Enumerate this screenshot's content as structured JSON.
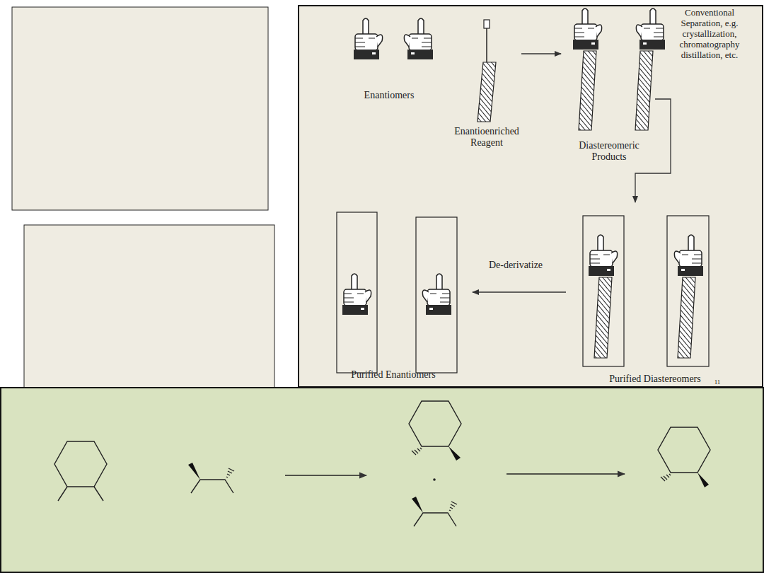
{
  "diagram": {
    "labels": [
      "Enantiomers",
      "Enantioenriched Reagent",
      "Diastereomeric Products",
      "Conventional Separation, e.g. crystallization, chromatography distillation, etc.",
      "De-derivatize",
      "Purified Enantiomers",
      "Purified Diastereomers",
      "11"
    ]
  }
}
